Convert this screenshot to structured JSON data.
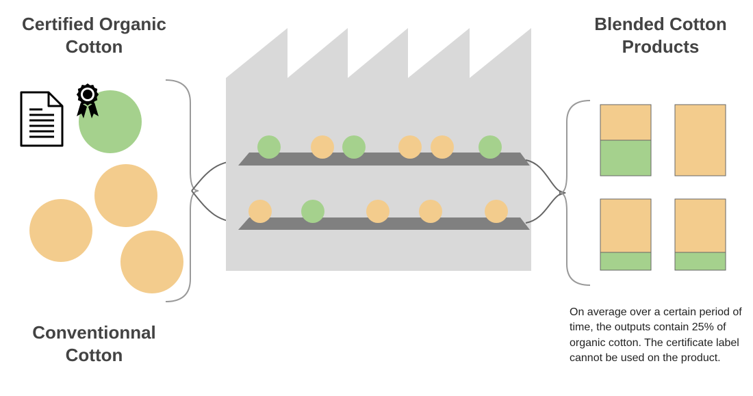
{
  "headings": {
    "organic": {
      "line1": "Certified Organic",
      "line2": "Cotton"
    },
    "conventional": {
      "line1": "Conventionnal",
      "line2": "Cotton"
    },
    "blended": {
      "line1": "Blended Cotton",
      "line2": "Products"
    }
  },
  "note": "On average over a certain period of time, the outputs contain 25% of organic cotton. The certificate label cannot be used on the product.",
  "colors": {
    "organic": "#a5d18d",
    "conventional": "#f3cc8d",
    "factory": "#d9d9d9",
    "conveyor": "#808080",
    "bracket": "#999999",
    "arrow": "#666666",
    "icon": "#000000"
  },
  "icons": [
    "document-icon",
    "award-ribbon-icon"
  ],
  "inputs": {
    "organic_circles": 1,
    "conventional_circles": 3
  },
  "conveyors": [
    {
      "balls": [
        "organic",
        "conventional",
        "organic",
        "conventional",
        "conventional",
        "organic"
      ]
    },
    {
      "balls": [
        "conventional",
        "organic",
        "conventional",
        "conventional",
        "conventional"
      ]
    }
  ],
  "products": [
    {
      "organic_share": 0.5
    },
    {
      "organic_share": 0
    },
    {
      "organic_share": 0.25
    },
    {
      "organic_share": 0.25
    }
  ]
}
